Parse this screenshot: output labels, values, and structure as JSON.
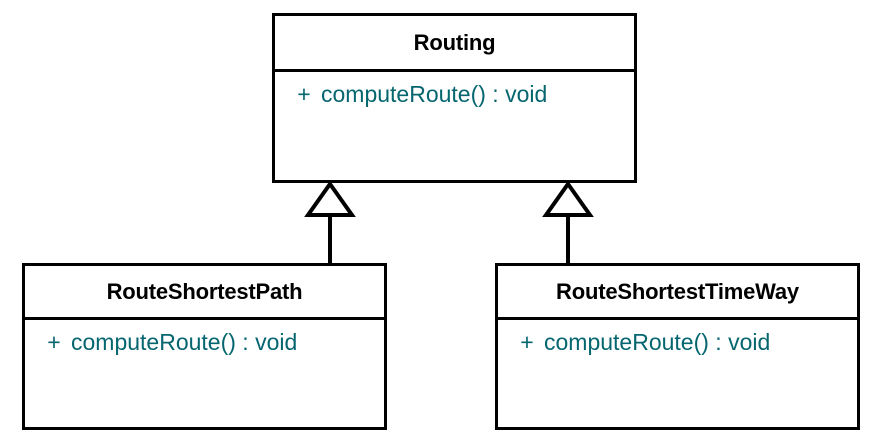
{
  "diagram": {
    "type": "uml-class-diagram",
    "background_color": "#ffffff",
    "line_color": "#000000",
    "title_color": "#000000",
    "member_color": "#06666f",
    "classes": [
      {
        "id": "routing",
        "name": "Routing",
        "role": "superclass",
        "members": [
          {
            "visibility": "+",
            "signature": "computeRoute() : void"
          }
        ]
      },
      {
        "id": "route-shortest-path",
        "name": "RouteShortestPath",
        "role": "subclass",
        "members": [
          {
            "visibility": "+",
            "signature": "computeRoute() : void"
          }
        ]
      },
      {
        "id": "route-shortest-time-way",
        "name": "RouteShortestTimeWay",
        "role": "subclass",
        "members": [
          {
            "visibility": "+",
            "signature": "computeRoute() : void"
          }
        ]
      }
    ],
    "relationships": [
      {
        "kind": "generalization",
        "from": "RouteShortestPath",
        "to": "Routing",
        "arrowhead": "hollow-triangle"
      },
      {
        "kind": "generalization",
        "from": "RouteShortestTimeWay",
        "to": "Routing",
        "arrowhead": "hollow-triangle"
      }
    ]
  }
}
